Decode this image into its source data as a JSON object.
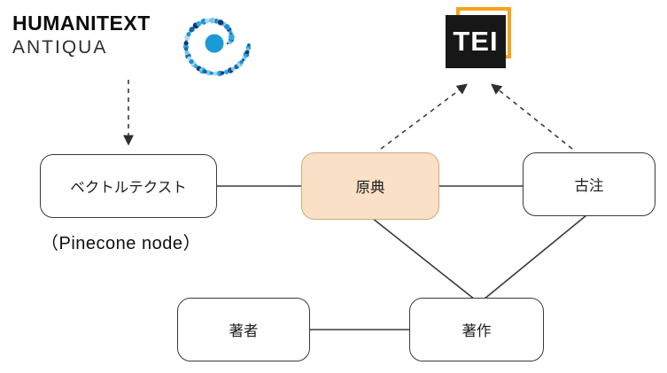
{
  "header": {
    "brand_line1": "HUMANITEXT",
    "brand_line2": "ANTIQUA",
    "tei_label": "TEI"
  },
  "diagram": {
    "nodes": [
      {
        "id": "vector-text",
        "label": "ベクトルテクスト"
      },
      {
        "id": "genten",
        "label": "原典"
      },
      {
        "id": "kochu",
        "label": "古注"
      },
      {
        "id": "chosha",
        "label": "著者"
      },
      {
        "id": "chosaku",
        "label": "著作"
      }
    ],
    "caption": "（Pinecone node）",
    "colors": {
      "highlight_fill": "#f9e0c7",
      "highlight_border": "#d3a87c",
      "node_border": "#3a3a3a",
      "line": "#3a3a3a",
      "tei_orange": "#f5a31b",
      "tei_black": "#171717",
      "logo_blue": "#1b9ad8"
    }
  }
}
